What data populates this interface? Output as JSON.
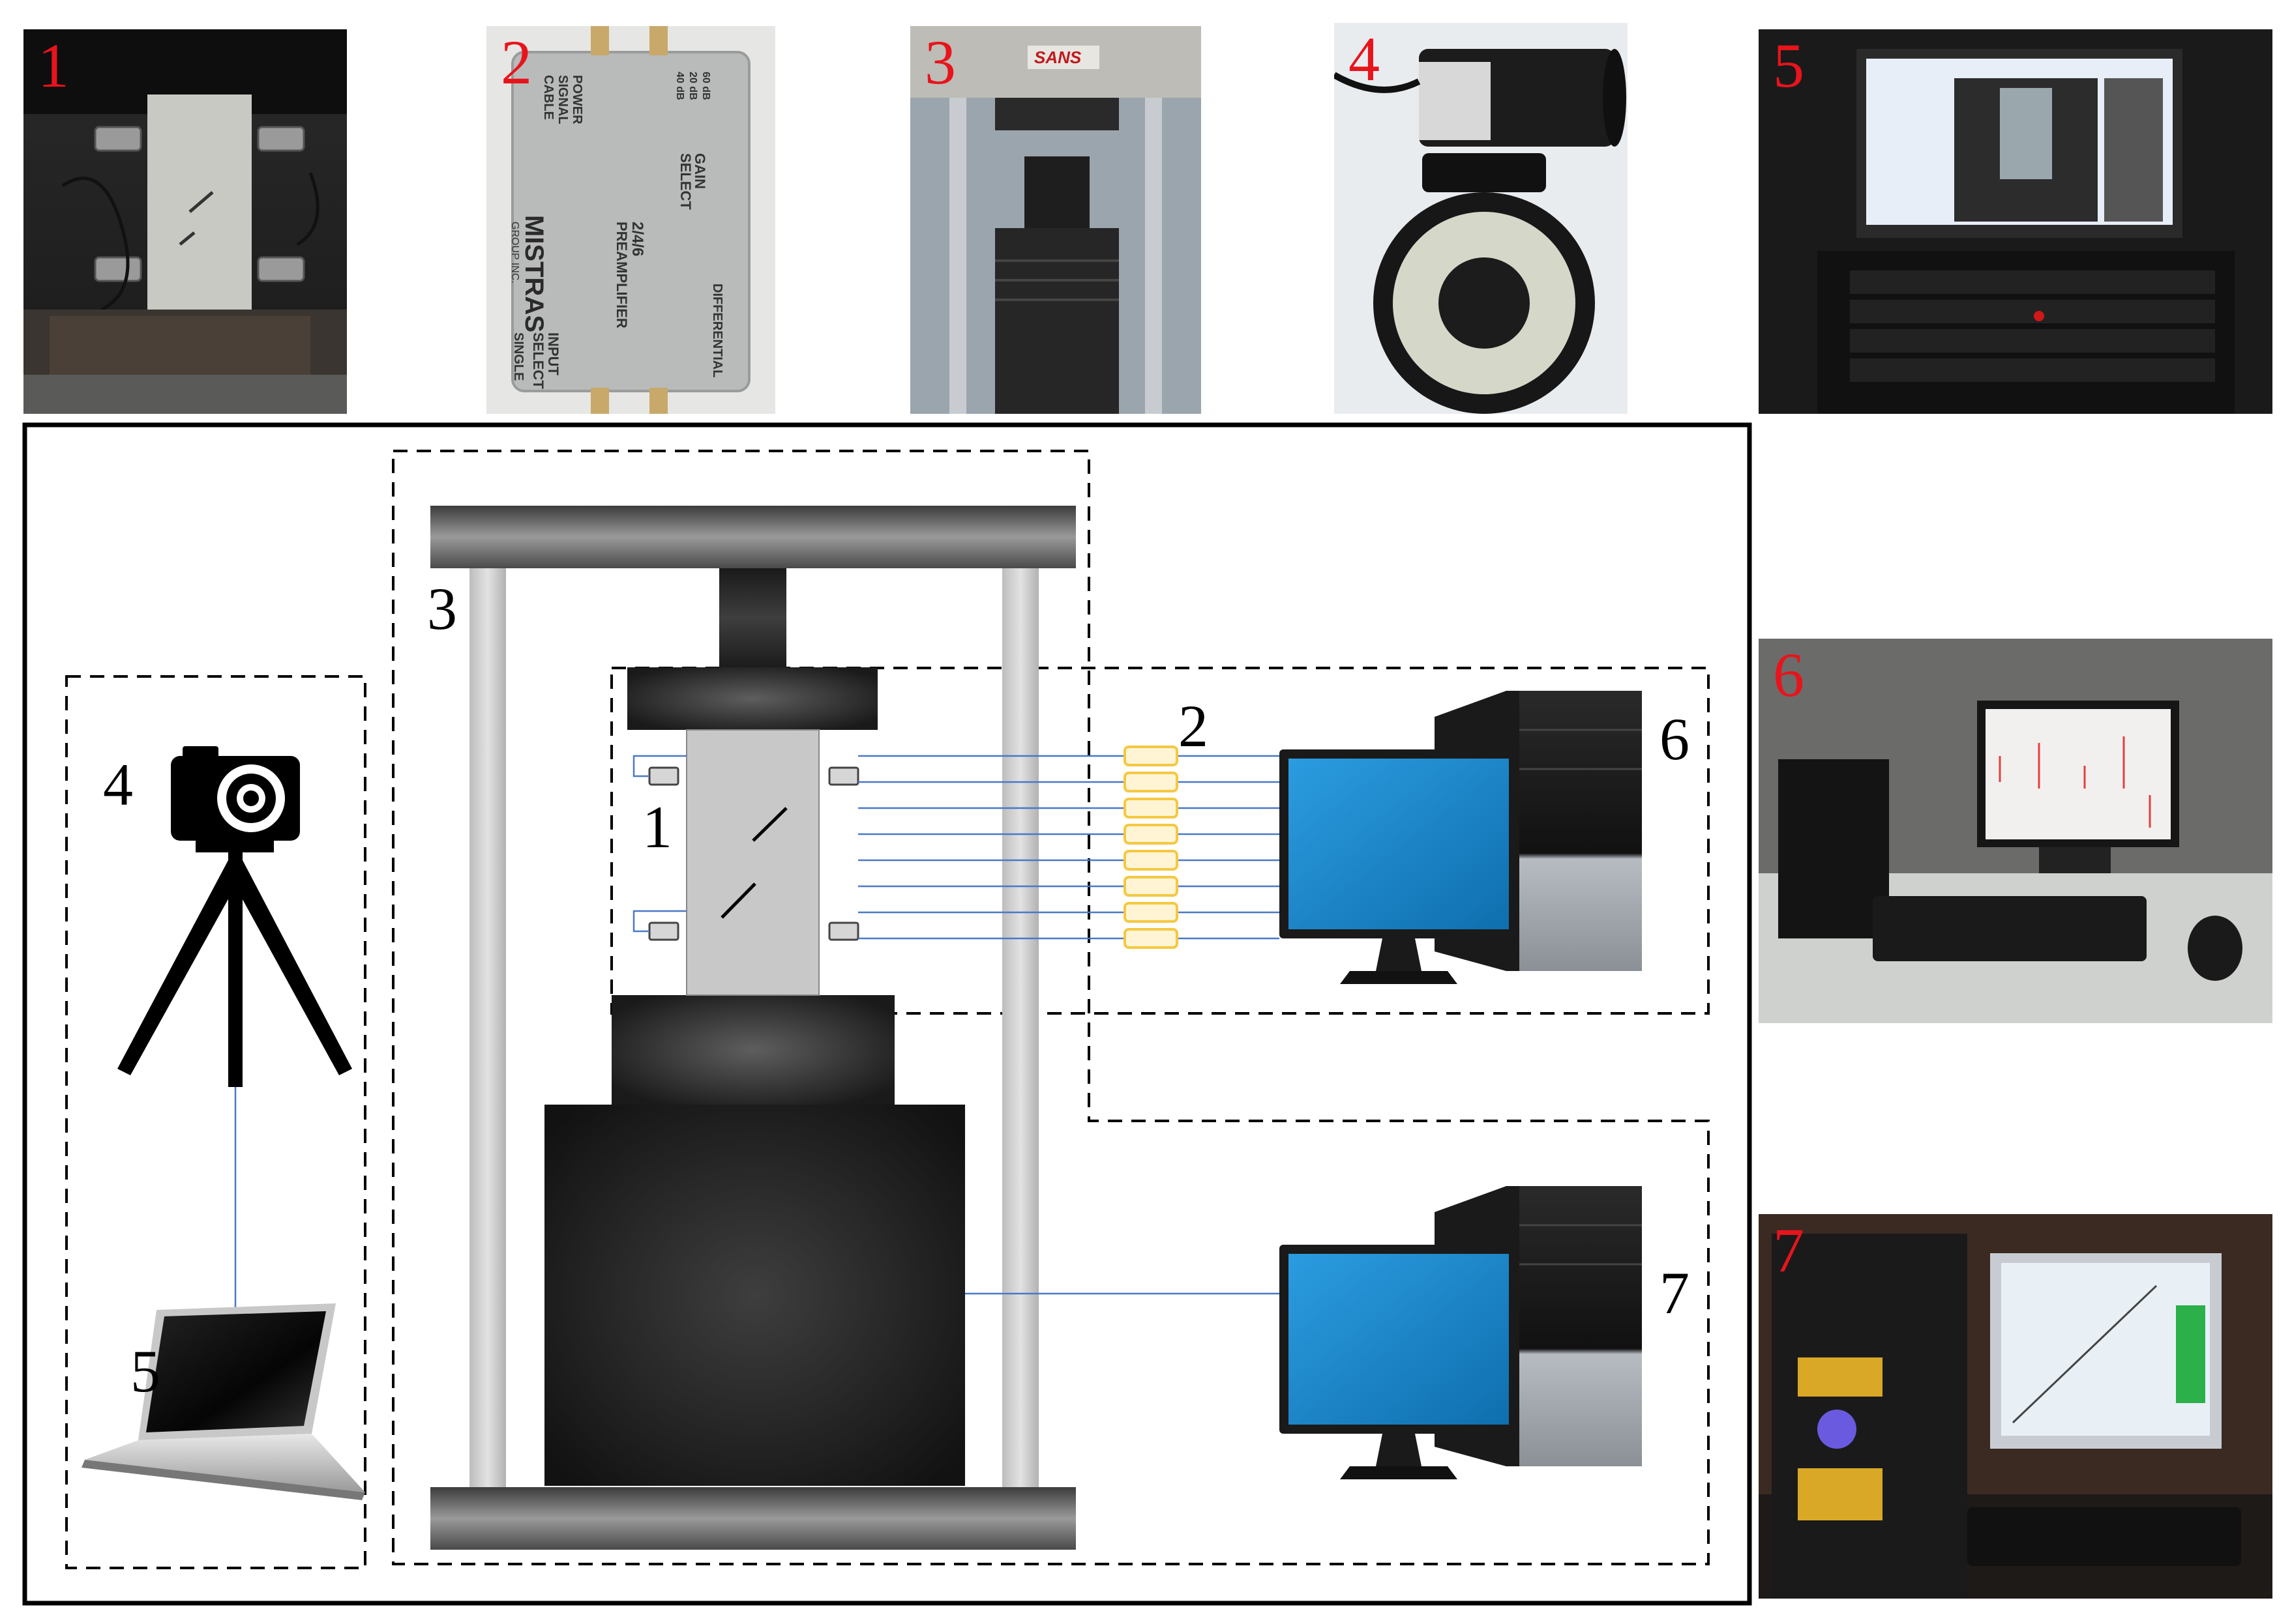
{
  "photos": [
    {
      "num": "1",
      "subject": "specimen-with-sensors"
    },
    {
      "num": "2",
      "subject": "preamplifier",
      "printed": {
        "brand": "MISTRAS",
        "brand_sub": "GROUP INC.",
        "model": "2/4/6",
        "model_sub": "PREAMPLIFIER",
        "input": "INPUT",
        "input_sub": "SELECT",
        "single": "SINGLE",
        "differential": "DIFFERENTIAL",
        "gain": "GAIN",
        "gain_sub": "SELECT",
        "power": "POWER",
        "power_sub": "SIGNAL",
        "power_sub2": "CABLE",
        "db60": "60 dB",
        "db20": "20 dB",
        "db40": "40 dB"
      }
    },
    {
      "num": "3",
      "subject": "loading-machine",
      "printed": {
        "logo": "SANS"
      }
    },
    {
      "num": "4",
      "subject": "camera-and-ring-light"
    },
    {
      "num": "5",
      "subject": "laptop-dic-software"
    },
    {
      "num": "6",
      "subject": "acoustic-emission-pc"
    },
    {
      "num": "7",
      "subject": "loading-control-pc"
    }
  ],
  "diagram": {
    "labels": {
      "camera": "4",
      "laptop": "5",
      "frame": "3",
      "specimen": "1",
      "preamps": "2",
      "ae_pc": "6",
      "control_pc": "7"
    },
    "preamp_count": 8,
    "colors": {
      "wire": "#4a78c8",
      "preamp": "#f5c842",
      "screen": "#1a86c8",
      "photo_label": "#e8141c"
    }
  }
}
